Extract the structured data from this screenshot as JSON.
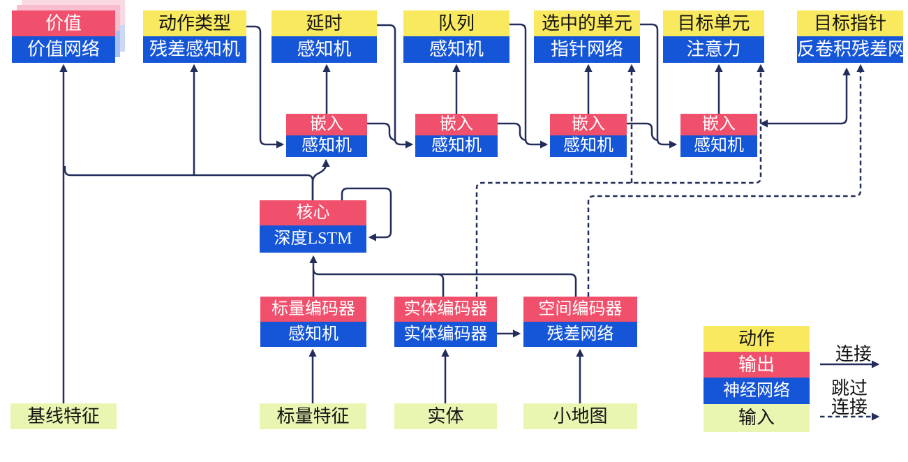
{
  "title": "AlphaStar-style agent architecture diagram (Chinese)",
  "colors": {
    "action_yellow": "#F9E95F",
    "output_red": "#F1506C",
    "network_blue": "#1556D8",
    "input_green": "#E9F6B1",
    "wire_navy": "#222D5B",
    "shadow_pink": "#F8BDCE",
    "shadow_blue": "#A9C1F1"
  },
  "nodes": {
    "value": {
      "top": "价值",
      "bottom": "价值网络"
    },
    "action_type": {
      "top": "动作类型",
      "bottom": "残差感知机"
    },
    "delay": {
      "top": "延时",
      "bottom": "感知机"
    },
    "queue": {
      "top": "队列",
      "bottom": "感知机"
    },
    "selected_units": {
      "top": "选中的单元",
      "bottom": "指针网络"
    },
    "target_unit": {
      "top": "目标单元",
      "bottom": "注意力"
    },
    "target_pointer": {
      "top": "目标指针",
      "bottom": "反卷积残差网"
    },
    "embed1": {
      "top": "嵌入",
      "bottom": "感知机"
    },
    "embed2": {
      "top": "嵌入",
      "bottom": "感知机"
    },
    "embed3": {
      "top": "嵌入",
      "bottom": "感知机"
    },
    "embed4": {
      "top": "嵌入",
      "bottom": "感知机"
    },
    "core": {
      "top": "核心",
      "bottom": "深度LSTM"
    },
    "scalar_encoder": {
      "top": "标量编码器",
      "bottom": "感知机"
    },
    "entity_encoder": {
      "top": "实体编码器",
      "bottom": "实体编码器"
    },
    "spatial_encoder": {
      "top": "空间编码器",
      "bottom": "残差网络"
    },
    "baseline_features": {
      "label": "基线特征"
    },
    "scalar_features": {
      "label": "标量特征"
    },
    "entities": {
      "label": "实体"
    },
    "minimap": {
      "label": "小地图"
    }
  },
  "legend": {
    "items": [
      {
        "label": "动作",
        "color": "#F9E95F"
      },
      {
        "label": "输出",
        "color": "#F1506C"
      },
      {
        "label": "神经网络",
        "color": "#1556D8"
      },
      {
        "label": "输入",
        "color": "#E9F6B1"
      }
    ],
    "connection_label": "连接",
    "skip_label_line1": "跳过",
    "skip_label_line2": "连接"
  },
  "edges": [
    {
      "from": "baseline_features",
      "to": "value",
      "type": "solid"
    },
    {
      "from": "core",
      "to": "value",
      "type": "solid"
    },
    {
      "from": "core",
      "to": "action_type",
      "type": "solid"
    },
    {
      "from": "core",
      "to": "embed1",
      "type": "solid"
    },
    {
      "from": "core",
      "to": "core",
      "type": "solid-selfloop"
    },
    {
      "from": "action_type",
      "to": "embed1",
      "type": "solid"
    },
    {
      "from": "embed1",
      "to": "delay",
      "type": "solid"
    },
    {
      "from": "delay",
      "to": "embed2",
      "type": "solid"
    },
    {
      "from": "embed1",
      "to": "embed2",
      "type": "solid"
    },
    {
      "from": "embed2",
      "to": "queue",
      "type": "solid"
    },
    {
      "from": "queue",
      "to": "embed3",
      "type": "solid"
    },
    {
      "from": "embed2",
      "to": "embed3",
      "type": "solid"
    },
    {
      "from": "embed3",
      "to": "selected_units",
      "type": "solid"
    },
    {
      "from": "selected_units",
      "to": "embed4",
      "type": "solid"
    },
    {
      "from": "embed3",
      "to": "embed4",
      "type": "solid"
    },
    {
      "from": "embed4",
      "to": "target_unit",
      "type": "solid"
    },
    {
      "from": "embed4",
      "to": "target_pointer",
      "type": "solid-double-arrow"
    },
    {
      "from": "scalar_features",
      "to": "scalar_encoder",
      "type": "solid"
    },
    {
      "from": "entities",
      "to": "entity_encoder",
      "type": "solid"
    },
    {
      "from": "minimap",
      "to": "spatial_encoder",
      "type": "solid"
    },
    {
      "from": "entity_encoder",
      "to": "spatial_encoder",
      "type": "solid"
    },
    {
      "from": "scalar_encoder",
      "to": "core",
      "type": "solid"
    },
    {
      "from": "entity_encoder",
      "to": "core",
      "type": "solid"
    },
    {
      "from": "spatial_encoder",
      "to": "core",
      "type": "solid"
    },
    {
      "from": "entity_encoder",
      "to": "selected_units",
      "type": "dashed-skip"
    },
    {
      "from": "entity_encoder",
      "to": "target_unit",
      "type": "dashed-skip"
    },
    {
      "from": "spatial_encoder",
      "to": "target_pointer",
      "type": "dashed-skip"
    }
  ]
}
